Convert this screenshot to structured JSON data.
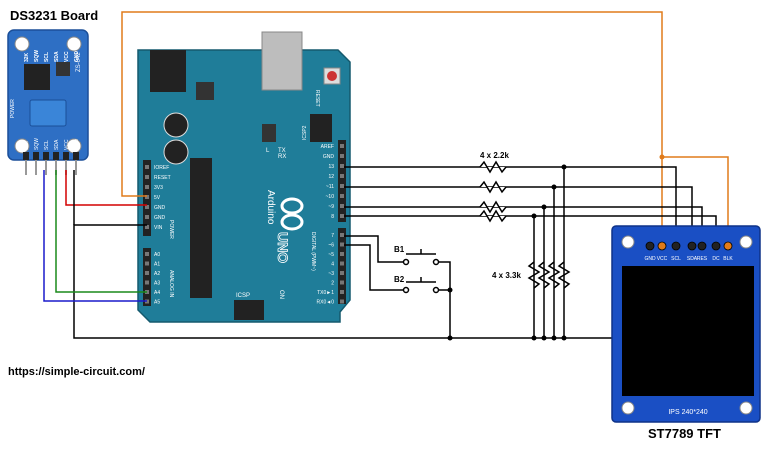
{
  "ds3231": {
    "title": "DS3231 Board",
    "pins_top": [
      "32K",
      "SQW",
      "SCL",
      "SDA",
      "VCC",
      "GND"
    ],
    "chip_text": "ZS-042",
    "side_text": "POWER"
  },
  "arduino": {
    "logo_text": "Arduino",
    "model_text": "UNO",
    "reset_label": "RESET",
    "icsp2_label": "ICSP2",
    "icsp_label": "ICSP",
    "power_header": [
      "IOREF",
      "RESET",
      "3V3",
      "5V",
      "GND",
      "GND",
      "VIN"
    ],
    "power_group": "POWER",
    "analog_header": [
      "A0",
      "A1",
      "A2",
      "A3",
      "A4",
      "A5"
    ],
    "analog_group": "ANALOG IN",
    "digital_header_top": [
      "AREF",
      "GND",
      "13",
      "12",
      "~11",
      "~10",
      "~9",
      "8"
    ],
    "digital_header_bottom": [
      "7",
      "~6",
      "~5",
      "4",
      "~3",
      "2",
      "TX0►1",
      "RX0◄0"
    ],
    "digital_group": "DIGITAL (PWM~)",
    "led_labels": [
      "L",
      "TX",
      "RX",
      "ON"
    ]
  },
  "buttons": {
    "b1": "B1",
    "b2": "B2"
  },
  "resistors": {
    "top_label": "4 x 2.2k",
    "side_label": "4 x 3.3k"
  },
  "tft": {
    "title": "ST7789 TFT",
    "pins": [
      "GND",
      "VCC",
      "SCL",
      "SDA",
      "RES",
      "DC",
      "BLK"
    ],
    "bottom_text": "IPS 240*240"
  },
  "website": "https://simple-circuit.com/",
  "colors": {
    "board_blue": "#1f7d99",
    "pcb_blue": "#2e6fc4",
    "wire_orange": "#e07b1a",
    "wire_red": "#d40000",
    "wire_green": "#1a8a1a",
    "wire_blue": "#1a1acc",
    "wire_black": "#000000"
  }
}
